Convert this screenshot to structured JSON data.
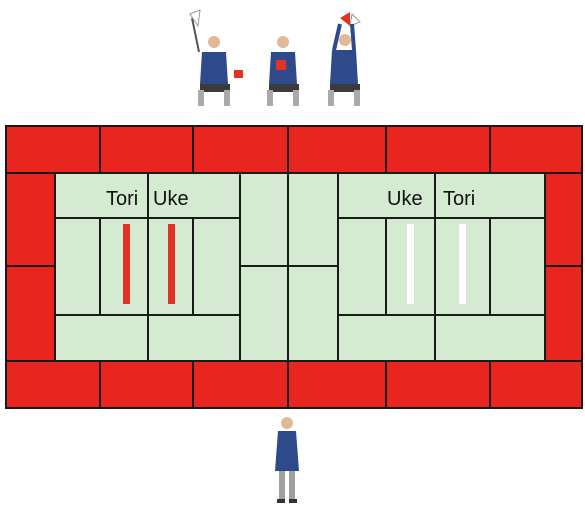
{
  "labels": {
    "left_tori": "Tori",
    "left_uke": "Uke",
    "right_uke": "Uke",
    "right_tori": "Tori"
  },
  "colors": {
    "border_red": "#e8251f",
    "mat_green": "#d4ead1",
    "line": "#1a1a1a",
    "marker_left": "#e03324",
    "marker_right": "#ffffff",
    "suit": "#2f4a8a"
  },
  "figures": {
    "judges": [
      "judge-left-flag-raised",
      "judge-center-seated",
      "judge-right-flags-raised"
    ],
    "referee": "referee-standing"
  }
}
